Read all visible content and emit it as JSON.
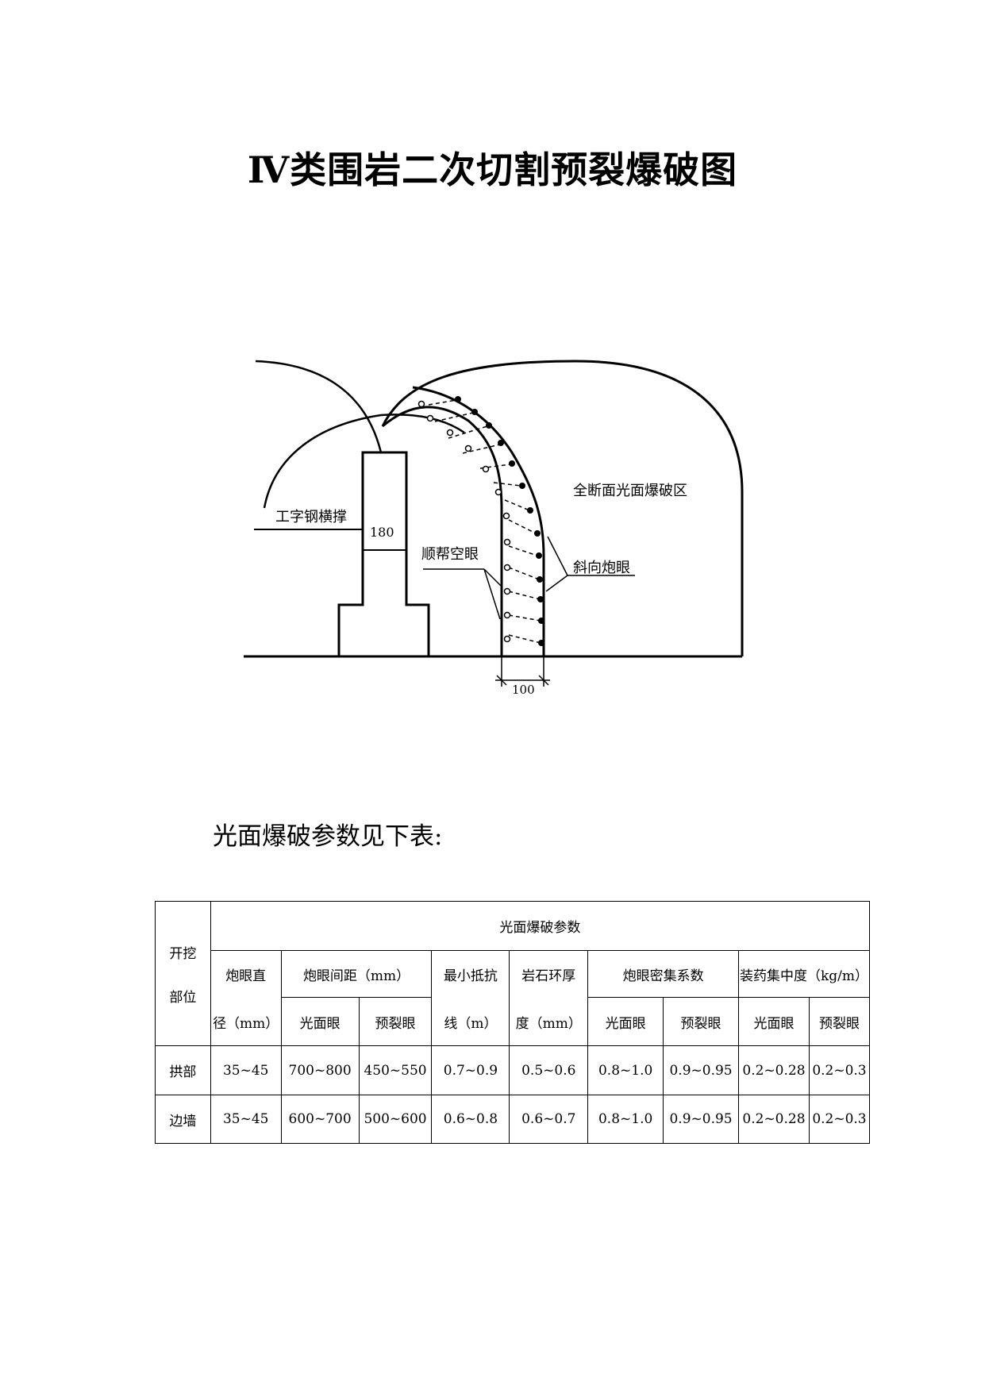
{
  "title": "Ⅳ类围岩二次切割预裂爆破图",
  "figure": {
    "label_full_section": "全断面光面爆破区",
    "label_steel_brace": "工字钢横撑",
    "label_dim_180": "180",
    "label_parallel_holes": "顺帮空眼",
    "label_inclined_holes": "斜向炮眼",
    "label_dim_100": "100"
  },
  "subtitle": "光面爆破参数见下表:",
  "table": {
    "h_part_1": "开挖",
    "h_part_2": "部位",
    "h_group": "光面爆破参数",
    "h_diam_1": "炮眼直",
    "h_diam_2": "径（mm）",
    "h_spacing": "炮眼间距（mm）",
    "h_burden_1": "最小抵抗",
    "h_burden_2": "线（m）",
    "h_ring_1": "岩石环厚",
    "h_ring_2": "度（mm）",
    "h_density": "炮眼密集系数",
    "h_charge": "装药集中度（kg/m）",
    "sub_smooth": "光面眼",
    "sub_presplit": "预裂眼",
    "rows": [
      {
        "part": "拱部",
        "diam": "35~45",
        "sp_smooth": "700~800",
        "sp_presplit": "450~550",
        "burden": "0.7~0.9",
        "ring": "0.5~0.6",
        "den_smooth": "0.8~1.0",
        "den_presplit": "0.9~0.95",
        "ch_smooth": "0.2~0.28",
        "ch_presplit": "0.2~0.3"
      },
      {
        "part": "边墙",
        "diam": "35~45",
        "sp_smooth": "600~700",
        "sp_presplit": "500~600",
        "burden": "0.6~0.8",
        "ring": "0.6~0.7",
        "den_smooth": "0.8~1.0",
        "den_presplit": "0.9~0.95",
        "ch_smooth": "0.2~0.28",
        "ch_presplit": "0.2~0.3"
      }
    ]
  }
}
